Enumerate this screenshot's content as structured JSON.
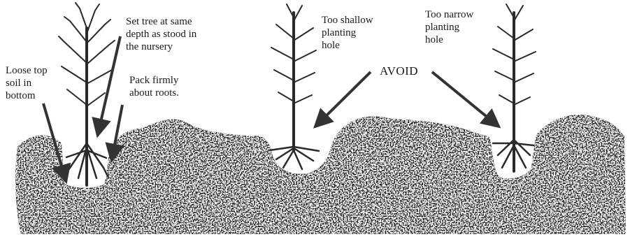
{
  "labels": {
    "loose_top_soil": "Loose top\nsoil in\nbottom",
    "set_tree": "Set tree at same\ndepth as stood in\nthe nursery",
    "pack_firmly": "Pack firmly\nabout roots.",
    "too_shallow": "Too shallow\nplanting\nhole",
    "too_narrow": "Too narrow\nplanting\nhole",
    "avoid": "AVOID"
  },
  "colors": {
    "soil": "#1c1c1c",
    "soil_speck": "#e9e9e9",
    "tree": "#2a2a2a",
    "arrow": "#333333",
    "background": "#ffffff"
  }
}
